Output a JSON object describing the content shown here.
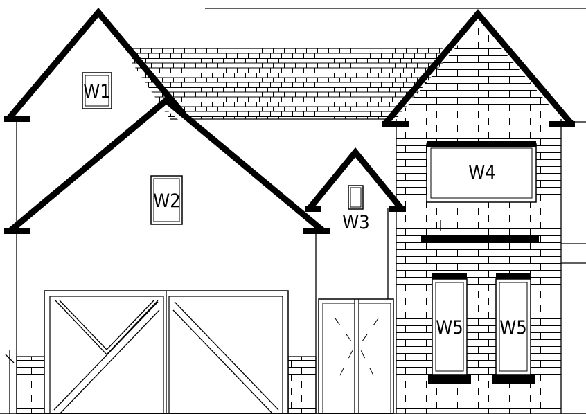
{
  "labels": {
    "w1": "W1",
    "w2": "W2",
    "w3": "W3",
    "w4": "W4",
    "w5_left": "W5",
    "w5_right": "W5"
  },
  "line_color": "#000000",
  "background": "#ffffff"
}
